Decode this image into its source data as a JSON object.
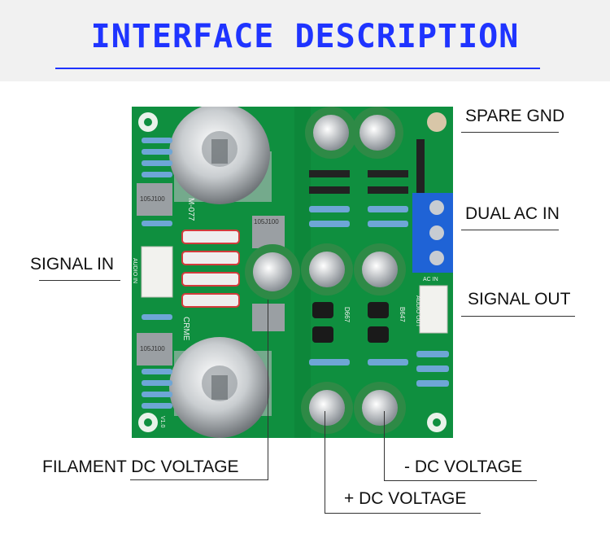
{
  "header": {
    "title": "INTERFACE DESCRIPTION"
  },
  "callouts": {
    "spare_gnd": "SPARE GND",
    "dual_ac_in": "DUAL AC IN",
    "signal_in": "SIGNAL IN",
    "signal_out": "SIGNAL OUT",
    "filament_dc_voltage": "FILAMENT DC VOLTAGE",
    "neg_dc_voltage": "- DC VOLTAGE",
    "pos_dc_voltage": "+ DC VOLTAGE"
  },
  "board_markings": {
    "cap_label": "105J100",
    "board_model": "M-077",
    "brand": "CRME",
    "audio_in": "AUDIO IN",
    "audio_out": "AUDIO OUT",
    "ac_in": "AC IN",
    "transistor_1": "D667",
    "transistor_2": "B647",
    "version": "V1.0"
  },
  "colors": {
    "title": "#1f34ff",
    "pcb": "#0f8f3f",
    "terminal_block": "#1f63d6",
    "electrolytic_cap": "#2e8a46"
  }
}
